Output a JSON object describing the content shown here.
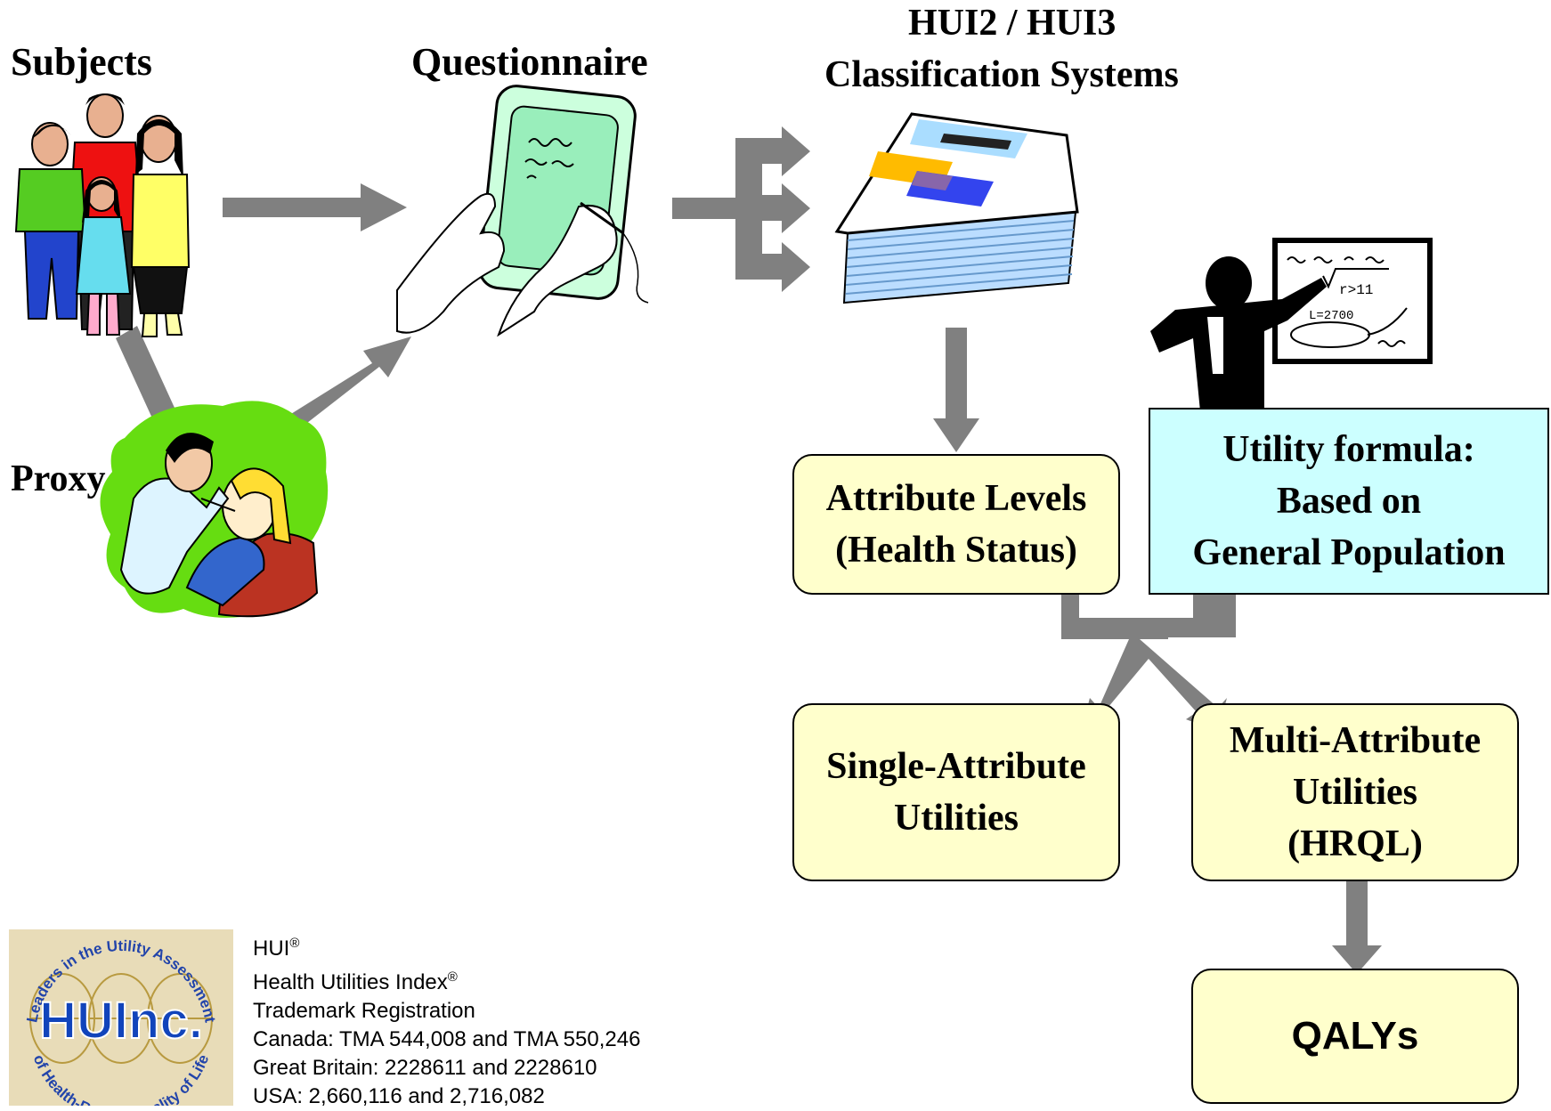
{
  "labels": {
    "subjects": "Subjects",
    "questionnaire": "Questionnaire",
    "hui_title": "HUI2 / HUI3",
    "hui_subtitle": "Classification Systems",
    "proxy": "Proxy"
  },
  "boxes": {
    "attribute_levels": [
      "Attribute Levels",
      "(Health Status)"
    ],
    "utility_formula": [
      "Utility formula:",
      "Based on",
      "General Population"
    ],
    "single_attribute": [
      "Single-Attribute",
      "Utilities"
    ],
    "multi_attribute": [
      "Multi-Attribute",
      "Utilities",
      "(HRQL)"
    ],
    "qalys": "QALYs"
  },
  "logo": {
    "arc_top": "Leaders in the Utility Assessment",
    "arc_bottom": "of Health-Related Quality of Life",
    "center": "HUInc."
  },
  "trademark": {
    "hui": "HUI",
    "hui_mark": "®",
    "index": "Health Utilities Index",
    "index_mark": "®",
    "line3": "Trademark Registration",
    "line4": "Canada: TMA 544,008 and TMA 550,246",
    "line5": "Great Britain: 2228611 and 2228610",
    "line6": "USA: 2,660,116 and 2,716,082"
  },
  "colors": {
    "arrow": "#808080",
    "box_yellow": "#ffffcc",
    "box_cyan": "#ccffff",
    "tablet": "#99eebb",
    "proxy_bg": "#66dd11"
  }
}
